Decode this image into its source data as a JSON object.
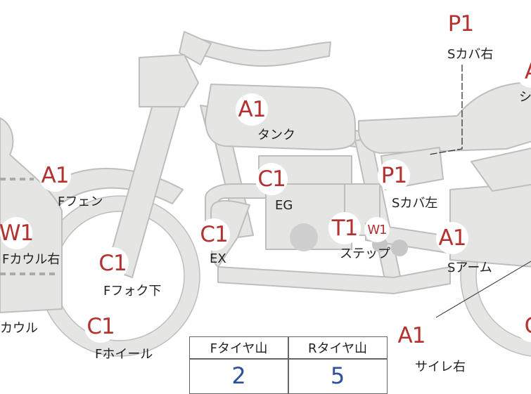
{
  "parts": [
    {
      "id": "tank",
      "code": "A1",
      "label": "タンク"
    },
    {
      "id": "f_fender",
      "code": "A1",
      "label": "Fフェン"
    },
    {
      "id": "eg",
      "code": "C1",
      "label": "EG"
    },
    {
      "id": "s_cover_left",
      "code": "P1",
      "label": "Sカバ左"
    },
    {
      "id": "s_cover_right",
      "code": "P1",
      "label": "Sカバ右"
    },
    {
      "id": "seat",
      "code": "A",
      "label": "シ"
    },
    {
      "id": "f_cowl_right",
      "code": "W1",
      "label": "Fカウル右"
    },
    {
      "id": "cowl",
      "code": "",
      "label": "カウル"
    },
    {
      "id": "ex",
      "code": "C1",
      "label": "EX"
    },
    {
      "id": "step",
      "code": "T1",
      "code2": "W1",
      "label": "ステップ"
    },
    {
      "id": "s_arm",
      "code": "A1",
      "label": "Sアーム"
    },
    {
      "id": "f_fork_under",
      "code": "C1",
      "label": "Fフォク下"
    },
    {
      "id": "f_wheel",
      "code": "C1",
      "label": "Fホイール"
    },
    {
      "id": "silencer_right",
      "code": "A1",
      "label": "サイレ右"
    },
    {
      "id": "rear_edge",
      "code": "C",
      "label": ""
    }
  ],
  "tread": {
    "front_label": "Fタイヤ山",
    "rear_label": "Rタイヤ山",
    "front_value": "2",
    "rear_value": "5"
  },
  "colors": {
    "body": "#e5e6e4",
    "outline": "#bdbfbd",
    "code": "#b3312e",
    "value": "#2c4fa0"
  }
}
